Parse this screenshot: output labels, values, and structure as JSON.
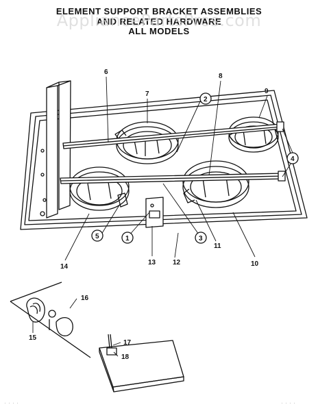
{
  "title": {
    "line1": "ELEMENT SUPPORT BRACKET ASSEMBLIES",
    "line2": "AND RELATED HARDWARE",
    "line3": "ALL MODELS"
  },
  "watermark": "AppliancePartsPros.com",
  "callouts": {
    "c1": "1",
    "c2": "2",
    "c3": "3",
    "c4": "4",
    "c5": "5",
    "c6": "6",
    "c7": "7",
    "c8": "8",
    "c9": "9",
    "c10": "10",
    "c11": "11",
    "c12": "12",
    "c13": "13",
    "c14": "14",
    "c15": "15",
    "c16": "16",
    "c17": "17",
    "c18": "18"
  },
  "icons": {
    "cooktop": "cooktop-frame-diagram",
    "element": "surface-element-ring",
    "bracket": "support-bracket-bar",
    "terminal_block": "terminal-block-assembly",
    "junction_box": "junction-box-assembly"
  }
}
